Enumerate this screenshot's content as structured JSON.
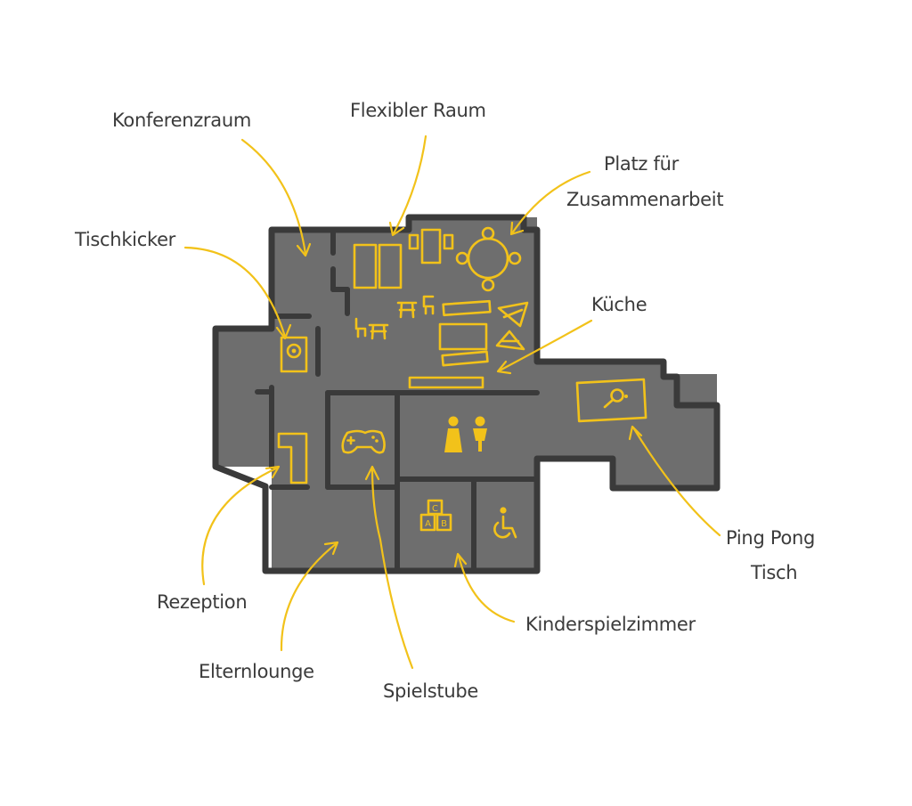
{
  "labels": {
    "konferenzraum": "Konferenzraum",
    "flexibler_raum": "Flexibler Raum",
    "zusammenarbeit_line1": "Platz für",
    "zusammenarbeit_line2": "Zusammenarbeit",
    "tischkicker": "Tischkicker",
    "kueche": "Küche",
    "ping_pong_line1": "Ping Pong",
    "ping_pong_line2": "Tisch",
    "rezeption": "Rezeption",
    "elternlounge": "Elternlounge",
    "spielstube": "Spielstube",
    "kinderspielzimmer": "Kinderspielzimmer"
  },
  "blocks": {
    "letter_c": "C",
    "letter_a": "A",
    "letter_b": "B"
  },
  "colors": {
    "floor": "#6e6e6e",
    "wall": "#3a3a3a",
    "accent": "#f2c21a",
    "label_text": "#3b3b3b"
  },
  "icons": [
    "soccer-ball-icon",
    "game-controller-icon",
    "restroom-icon",
    "toy-blocks-icon",
    "wheelchair-icon",
    "ping-pong-paddle-icon"
  ]
}
